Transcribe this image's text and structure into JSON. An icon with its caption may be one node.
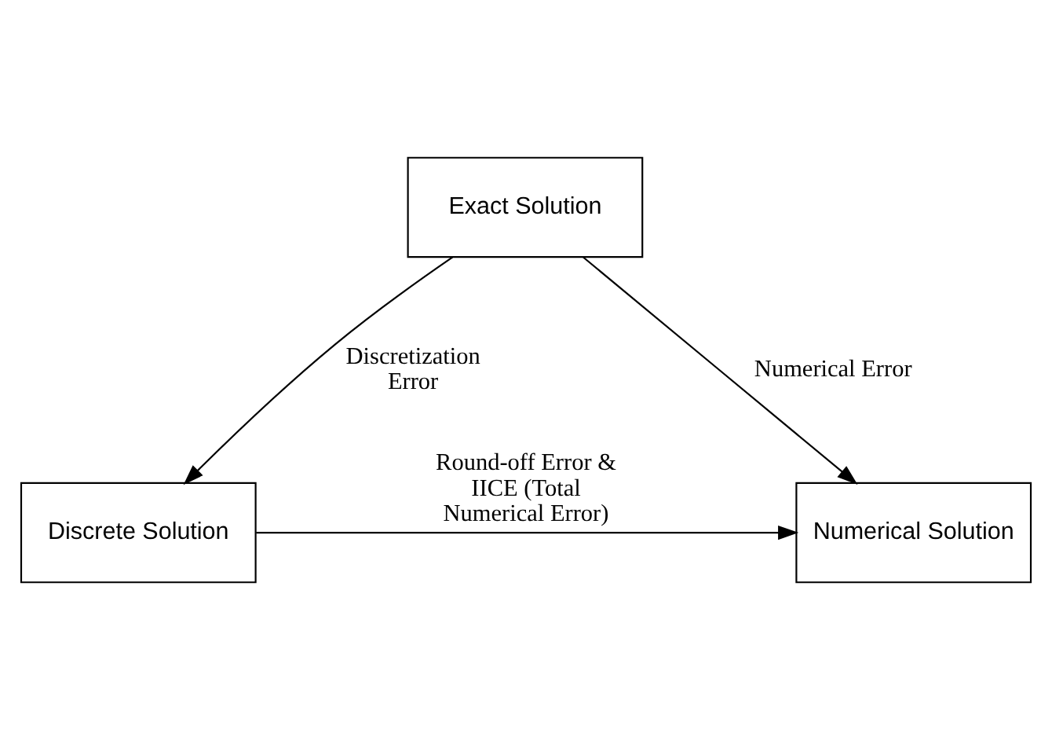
{
  "diagram": {
    "nodes": [
      {
        "text": [
          "Exact Solution"
        ]
      },
      {
        "text": [
          "Discrete Solution"
        ]
      },
      {
        "text": [
          "Numerical Solution"
        ]
      }
    ],
    "edges": [
      {
        "from": 0,
        "to": 1,
        "arrow": "to",
        "label": "Discretization Error"
      },
      {
        "from": 0,
        "to": 2,
        "arrow": "to",
        "label": "Numerical Error"
      },
      {
        "from": 1,
        "to": 2,
        "arrow": "to",
        "label": "Round-off Error & IICE (Total Numerical Error)"
      }
    ]
  }
}
